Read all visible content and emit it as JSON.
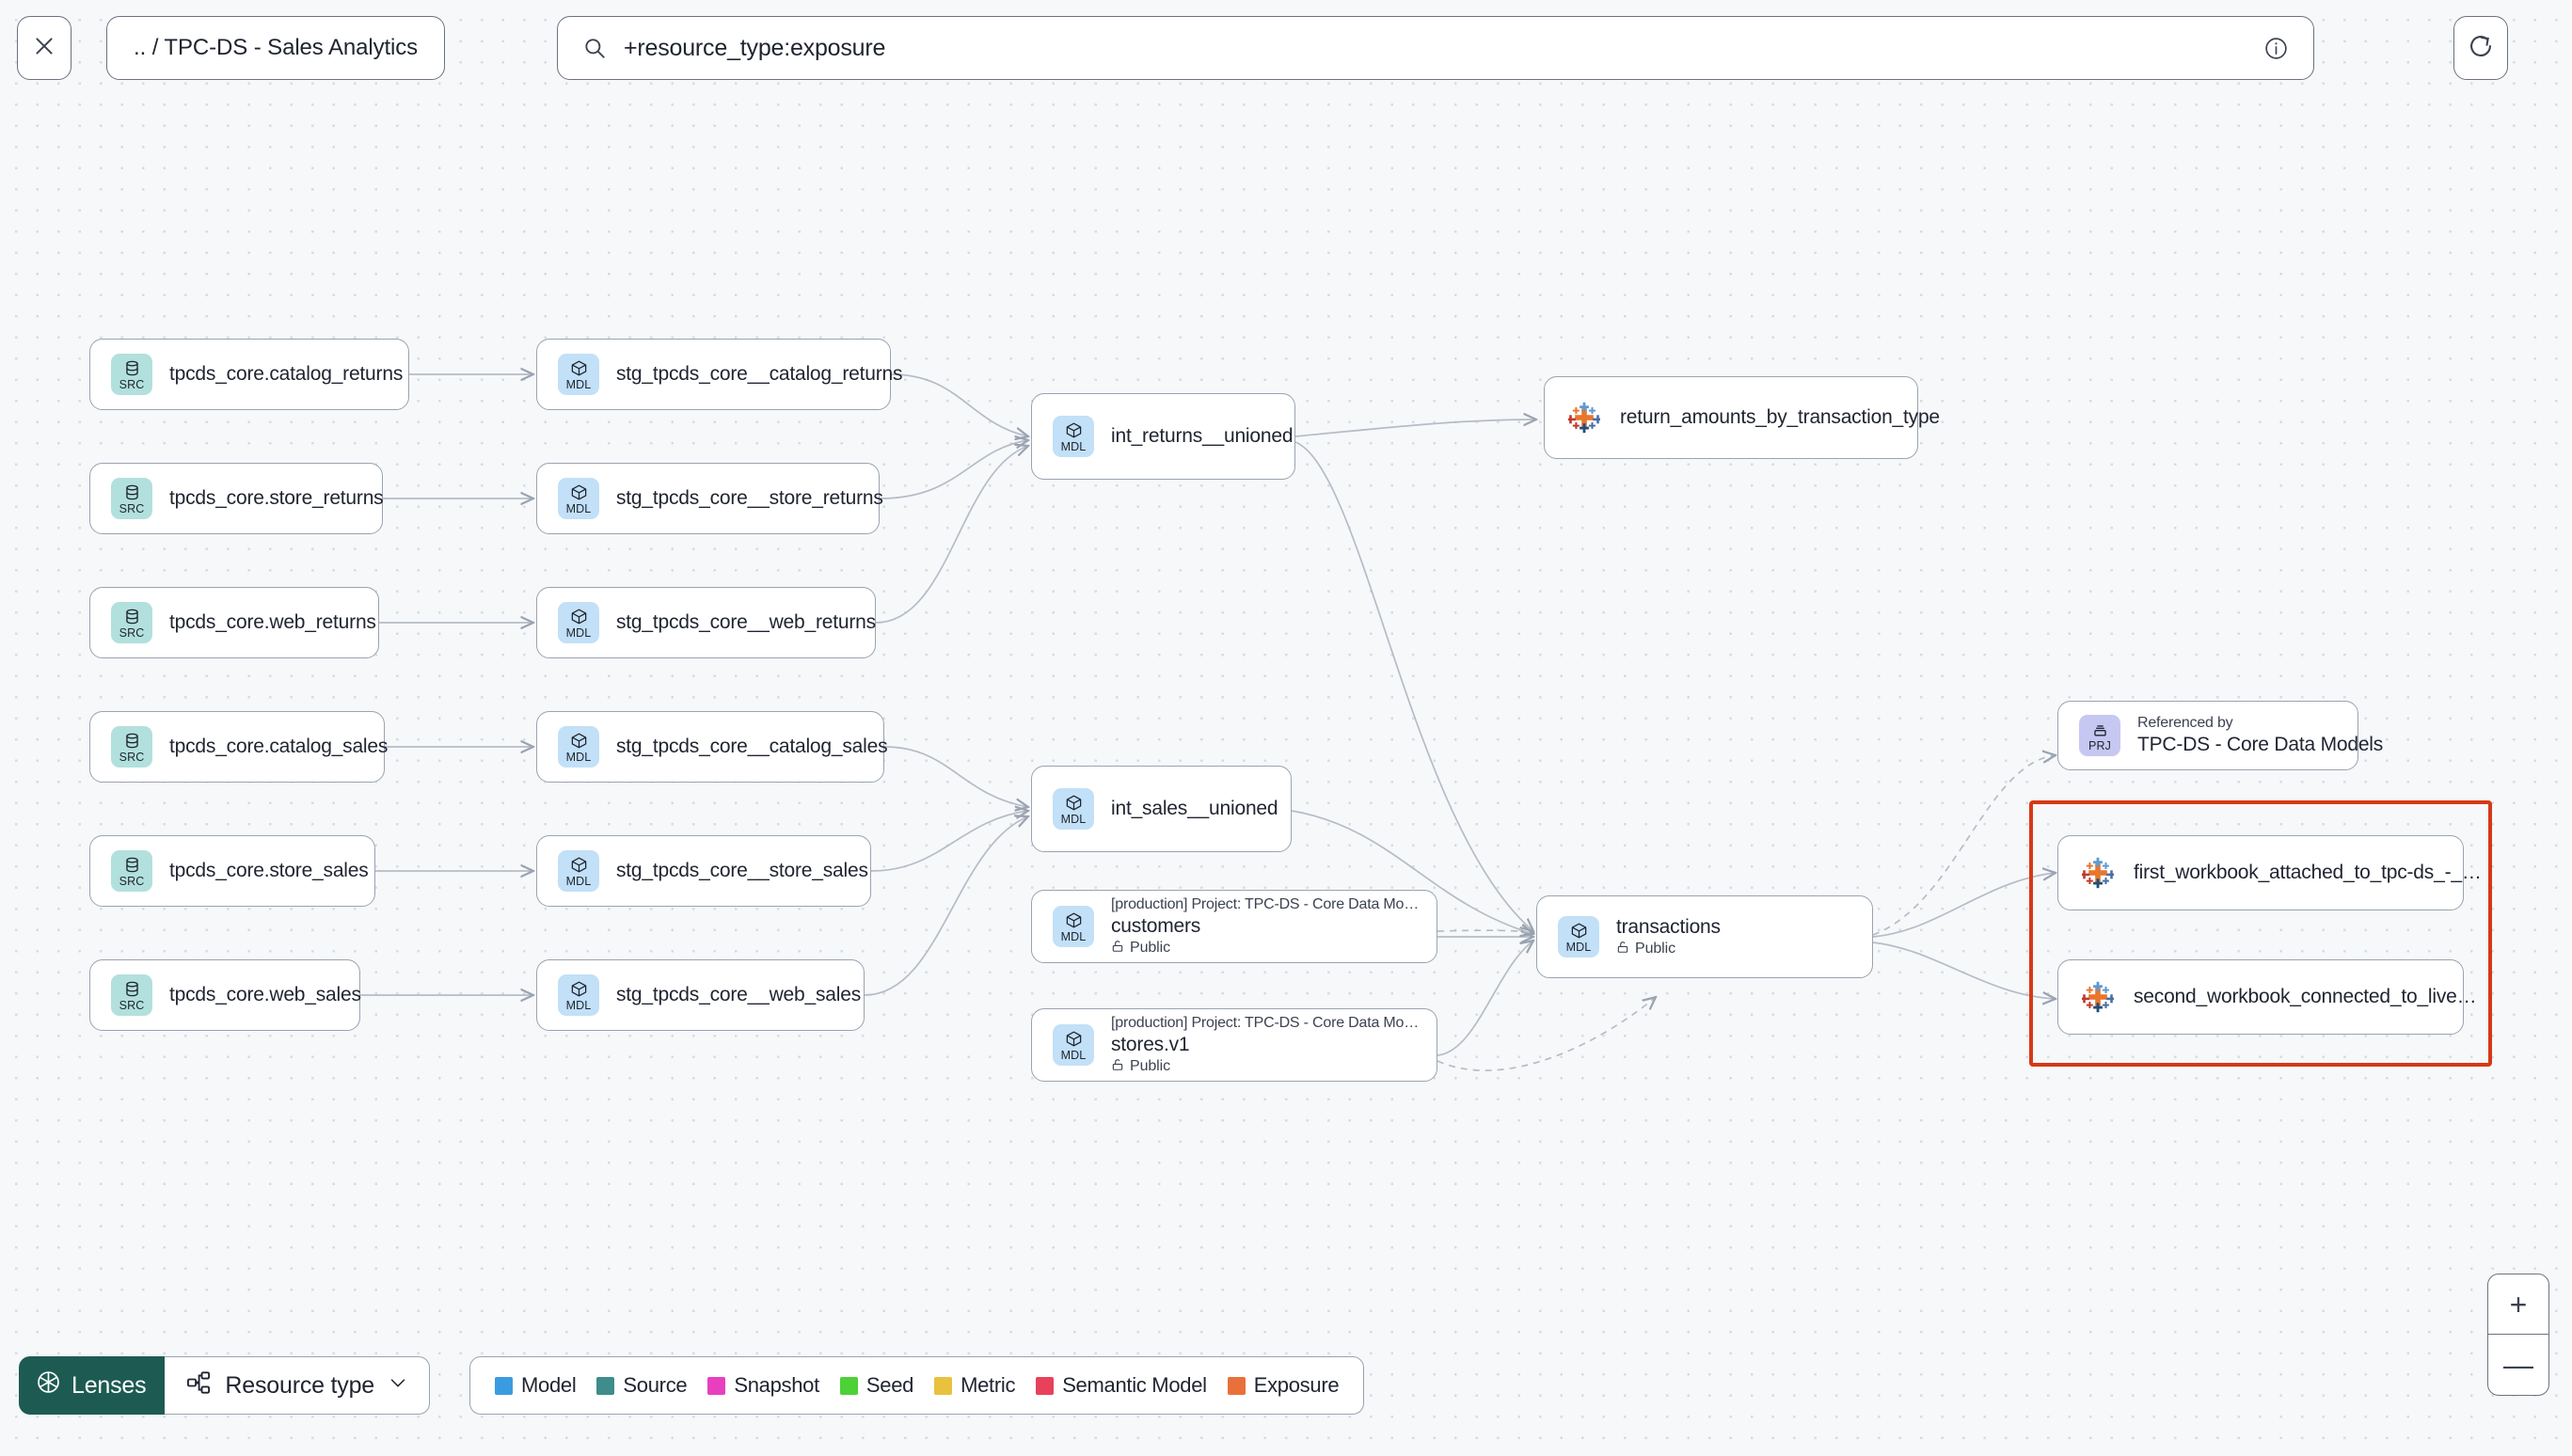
{
  "header": {
    "close_icon": "close-icon",
    "breadcrumb": ".. / TPC-DS - Sales Analytics",
    "search": {
      "icon": "search-icon",
      "value": "+resource_type:exposure",
      "info_icon": "info-icon"
    },
    "refresh_icon": "refresh-icon"
  },
  "graph": {
    "sources": [
      {
        "badge": "SRC",
        "label": "tpcds_core.catalog_returns"
      },
      {
        "badge": "SRC",
        "label": "tpcds_core.store_returns"
      },
      {
        "badge": "SRC",
        "label": "tpcds_core.web_returns"
      },
      {
        "badge": "SRC",
        "label": "tpcds_core.catalog_sales"
      },
      {
        "badge": "SRC",
        "label": "tpcds_core.store_sales"
      },
      {
        "badge": "SRC",
        "label": "tpcds_core.web_sales"
      }
    ],
    "staging": [
      {
        "badge": "MDL",
        "label": "stg_tpcds_core__catalog_returns"
      },
      {
        "badge": "MDL",
        "label": "stg_tpcds_core__store_returns"
      },
      {
        "badge": "MDL",
        "label": "stg_tpcds_core__web_returns"
      },
      {
        "badge": "MDL",
        "label": "stg_tpcds_core__catalog_sales"
      },
      {
        "badge": "MDL",
        "label": "stg_tpcds_core__store_sales"
      },
      {
        "badge": "MDL",
        "label": "stg_tpcds_core__web_sales"
      }
    ],
    "intermediate": [
      {
        "badge": "MDL",
        "label": "int_returns__unioned"
      },
      {
        "badge": "MDL",
        "label": "int_sales__unioned"
      }
    ],
    "project_models": [
      {
        "badge": "MDL",
        "meta": "[production] Project: TPC-DS - Core Data Mo…",
        "name": "customers",
        "visibility": "Public",
        "lock_icon": "unlock-icon"
      },
      {
        "badge": "MDL",
        "meta": "[production] Project: TPC-DS - Core Data Mo…",
        "name": "stores.v1",
        "visibility": "Public",
        "lock_icon": "unlock-icon"
      }
    ],
    "transactions": {
      "badge": "MDL",
      "name": "transactions",
      "visibility": "Public",
      "lock_icon": "unlock-icon"
    },
    "referenced_by": {
      "badge": "PRJ",
      "meta": "Referenced by",
      "name": "TPC-DS - Core Data Models"
    },
    "exposures": [
      {
        "icon": "tableau-icon",
        "label": "return_amounts_by_transaction_type"
      },
      {
        "icon": "tableau-icon",
        "label": "first_workbook_attached_to_tpc-ds_-_…"
      },
      {
        "icon": "tableau-icon",
        "label": "second_workbook_connected_to_live…"
      }
    ],
    "highlight_color": "#d63916"
  },
  "bottom_bar": {
    "lenses_label": "Lenses",
    "lenses_icon": "aperture-icon",
    "lenses_bg": "#1d5b52",
    "resource_type_label": "Resource type",
    "resource_type_icon": "hierarchy-icon",
    "chevron_icon": "chevron-down-icon",
    "legend": [
      {
        "label": "Model",
        "color": "#3b9be0"
      },
      {
        "label": "Source",
        "color": "#3e8c8c"
      },
      {
        "label": "Snapshot",
        "color": "#e83fbf"
      },
      {
        "label": "Seed",
        "color": "#4cd137"
      },
      {
        "label": "Metric",
        "color": "#e8c23f"
      },
      {
        "label": "Semantic Model",
        "color": "#e8415c"
      },
      {
        "label": "Exposure",
        "color": "#e8703a"
      }
    ]
  },
  "zoom_controls": {
    "zoom_in_label": "+",
    "zoom_out_label": "—"
  }
}
